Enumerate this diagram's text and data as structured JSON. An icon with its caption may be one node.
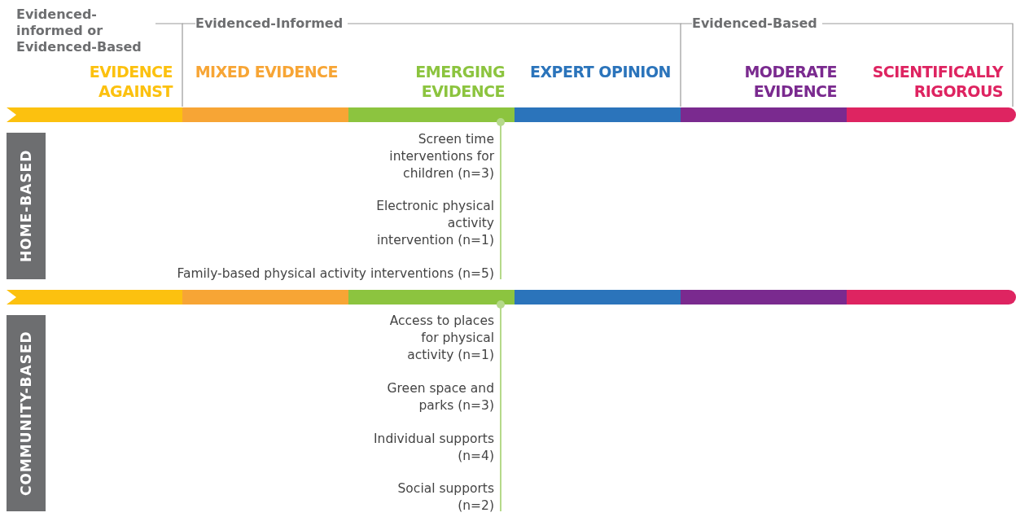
{
  "diagram": {
    "nodes": [
      {
        "text": [
          "HOME-BASED"
        ]
      },
      {
        "text": [
          "COMMUNITY-BASED"
        ]
      }
    ],
    "labels": [
      "Evidenced-informed or Evidenced-Based",
      "Evidenced-Informed",
      "Evidenced-Based",
      "EVIDENCE AGAINST",
      "MIXED EVIDENCE",
      "EMERGING EVIDENCE",
      "EXPERT OPINION",
      "MODERATE EVIDENCE",
      "SCIENTIFICALLY RIGOROUS",
      "Screen time interventions for children (n=3)",
      "Electronic physical activity intervention (n=1)",
      "Family-based physical activity interventions (n=5)",
      "Access to places for physical activity (n=1)",
      "Green space and parks (n=3)",
      "Individual supports (n=4)",
      "Social supports (n=2)"
    ]
  }
}
